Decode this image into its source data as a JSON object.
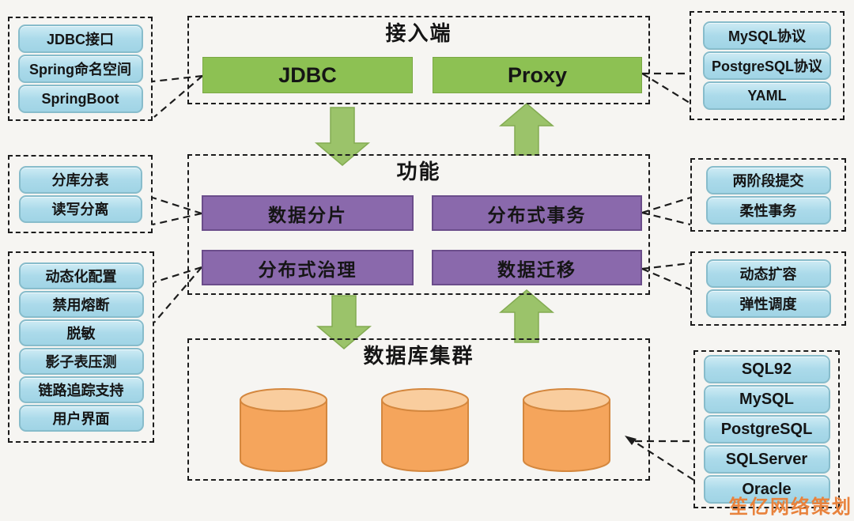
{
  "palette": {
    "background": "#f6f5f2",
    "pill_blue": "#abdaea",
    "pill_border": "#87bccb",
    "green_box": "#8dc153",
    "purple_box": "#8a69ac",
    "arrow_green": "#9bc36a",
    "cylinder_orange": "#f5a55c",
    "cylinder_top": "#f9cd9e",
    "dash_line": "#1c1c1c",
    "watermark_orange": "#e8823c"
  },
  "groups": {
    "client_adapters": {
      "items": [
        "JDBC接口",
        "Spring命名空间",
        "SpringBoot"
      ]
    },
    "access_layer": {
      "title": "接入端",
      "boxes": [
        "JDBC",
        "Proxy"
      ]
    },
    "protocols": {
      "items": [
        "MySQL协议",
        "PostgreSQL协议",
        "YAML"
      ]
    },
    "sharding_modes": {
      "items": [
        "分库分表",
        "读写分离"
      ]
    },
    "features": {
      "title": "功能",
      "boxes": [
        "数据分片",
        "分布式事务",
        "分布式治理",
        "数据迁移"
      ]
    },
    "transaction_types": {
      "items": [
        "两阶段提交",
        "柔性事务"
      ]
    },
    "governance_items": {
      "items": [
        "动态化配置",
        "禁用熔断",
        "脱敏",
        "影子表压测",
        "链路追踪支持",
        "用户界面"
      ]
    },
    "scaling_items": {
      "items": [
        "动态扩容",
        "弹性调度"
      ]
    },
    "database_cluster": {
      "title": "数据库集群"
    },
    "sql_dialects": {
      "items": [
        "SQL92",
        "MySQL",
        "PostgreSQL",
        "SQLServer",
        "Oracle"
      ]
    }
  },
  "watermark": "笙亿网络策划"
}
